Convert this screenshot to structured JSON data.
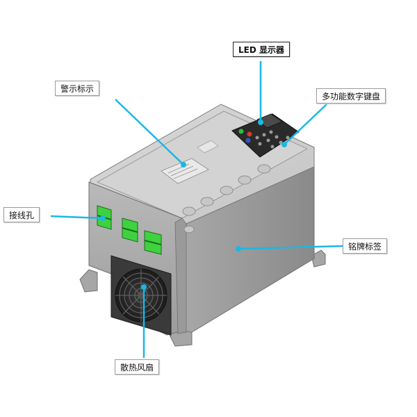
{
  "colors": {
    "leader": "#18b8e6",
    "body_light": "#c9c9c9",
    "body_mid": "#a9a9a9",
    "body_dark": "#7f7f7f",
    "window_green": "#3fd23f"
  },
  "callouts": {
    "led_display": "LED 显示器",
    "warning_label": "警示标示",
    "keypad": "多功能数字键盘",
    "wiring_holes": "接线孔",
    "nameplate": "铭牌标签",
    "cooling_fan": "散热风扇"
  }
}
